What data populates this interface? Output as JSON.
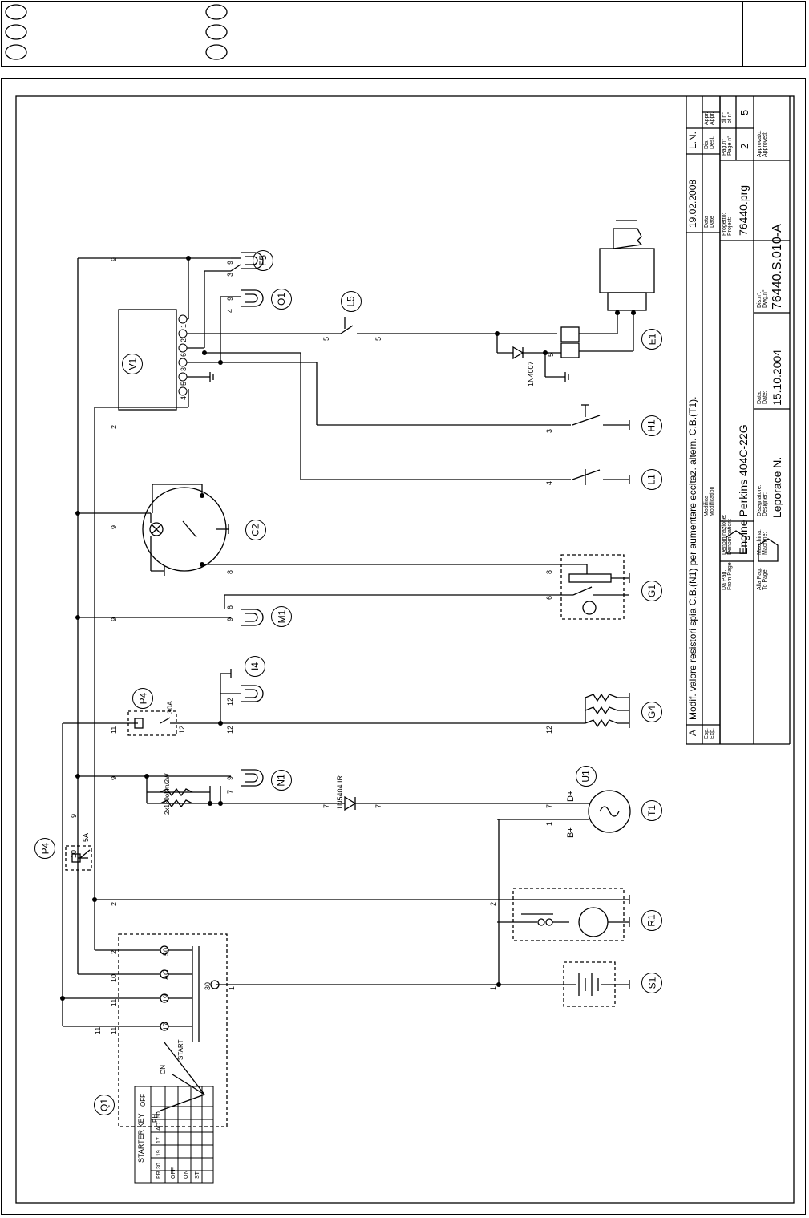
{
  "title_block": {
    "revision_letter": "A",
    "revision_text": "Modif. valore resistori spia C.B.(N1) per aumentare eccitaz. altern. C.B.(T1).",
    "revision_date": "19.02.2008",
    "revision_by": "L.N.",
    "esp_label": "Esp.\nExp.",
    "modifica_label": "Modifica\nModification",
    "data_label": "Data\nDate",
    "dis_label": "Dis.\nDesi.",
    "appr_label": "Appr.\nAppr.",
    "da_pag_label": "Da Pag.\nFrom Page",
    "alla_pag_label": "Alla Pag.\nTo Page",
    "denominazione_label": "Denominazione:\nDenomination:",
    "denomination": "Engine Perkins 404C-22G",
    "macchina_label": "Macchina:\nMachine:",
    "progetto_label": "Progetto:\nProject:",
    "project": "76440.prg",
    "pag_label": "Pag.n°\nPage n°",
    "page": "2",
    "di_label": "di n°\nof n°",
    "of": "5",
    "disegnatore_label": "Disegnatore:\nDesigner:",
    "designer": "Leporace N.",
    "data2_label": "Data:\nDate:",
    "date": "15.10.2004",
    "dis_n_label": "Dis.n°:\nDwg.n°:",
    "dwg": "76440.S.010-A",
    "approvato_label": "Approvato:\nApproved:"
  },
  "components": {
    "F5": "F5",
    "O1": "O1",
    "V1": "V1",
    "L5": "L5",
    "E1": "E1",
    "H1": "H1",
    "L1": "L1",
    "C2": "C2",
    "G1": "G1",
    "M1": "M1",
    "I4": "I4",
    "P4": "P4",
    "G4": "G4",
    "N1": "N1",
    "U1": "U1",
    "T1": "T1",
    "R1": "R1",
    "S1": "S1",
    "Q1": "Q1"
  },
  "labels": {
    "diode1": "1N4007",
    "diode2": "1N5404 IR",
    "resistor": "2x180ohm/2W",
    "fuse_30a": "30A",
    "fuse_5a": "5A",
    "d_plus": "D+",
    "b_plus": "B+",
    "key_off": "OFF",
    "key_on": "ON",
    "key_start": "START",
    "key_ph": "PH.",
    "term_17": "17",
    "term_19": "19",
    "term_ac": "AC",
    "term_50": "50",
    "term_30": "30"
  },
  "starter_key": {
    "title": "STARTER KEY",
    "columns": [
      "30",
      "19",
      "17",
      "AC",
      "50"
    ],
    "rows": [
      "PR.",
      "OFF",
      "ON",
      "ST"
    ]
  }
}
